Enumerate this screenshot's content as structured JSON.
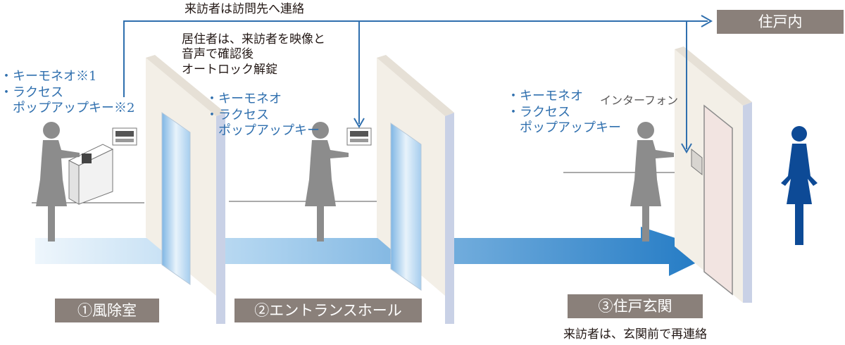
{
  "flow": {
    "top_note": "来訪者は訪問先へ連絡",
    "resident_note": "居住者は、来訪者を映像と\n音声で確認後\nオートロック解錠",
    "bottom_note": "来訪者は、玄関前で再連絡"
  },
  "destination": {
    "label": "住戸内"
  },
  "zones": [
    {
      "label": "①風除室",
      "methods": "・キーモネオ※1\n・ラクセス\n　ポップアップキー※2"
    },
    {
      "label": "②エントランスホール",
      "methods": "・キーモネオ\n・ラクセス\n　ポップアップキー"
    },
    {
      "label": "③住戸玄関",
      "methods": "・キーモネオ\n・ラクセス\n　ポップアップキー"
    }
  ],
  "intercom": {
    "label": "インターフォン"
  },
  "colors": {
    "accent_blue": "#2f6fae",
    "label_bg": "#8a807a",
    "resident_figure": "#0d4a96",
    "visitor_figure": "#8c8c8c",
    "arrow_light": "#d3e7f6",
    "arrow_dark": "#1f78c3",
    "wall_face": "#f3efe7",
    "wall_edge": "#c9d1e6"
  },
  "icons": [
    "intercom-panel-icon",
    "arrow-icon",
    "person-icon"
  ]
}
